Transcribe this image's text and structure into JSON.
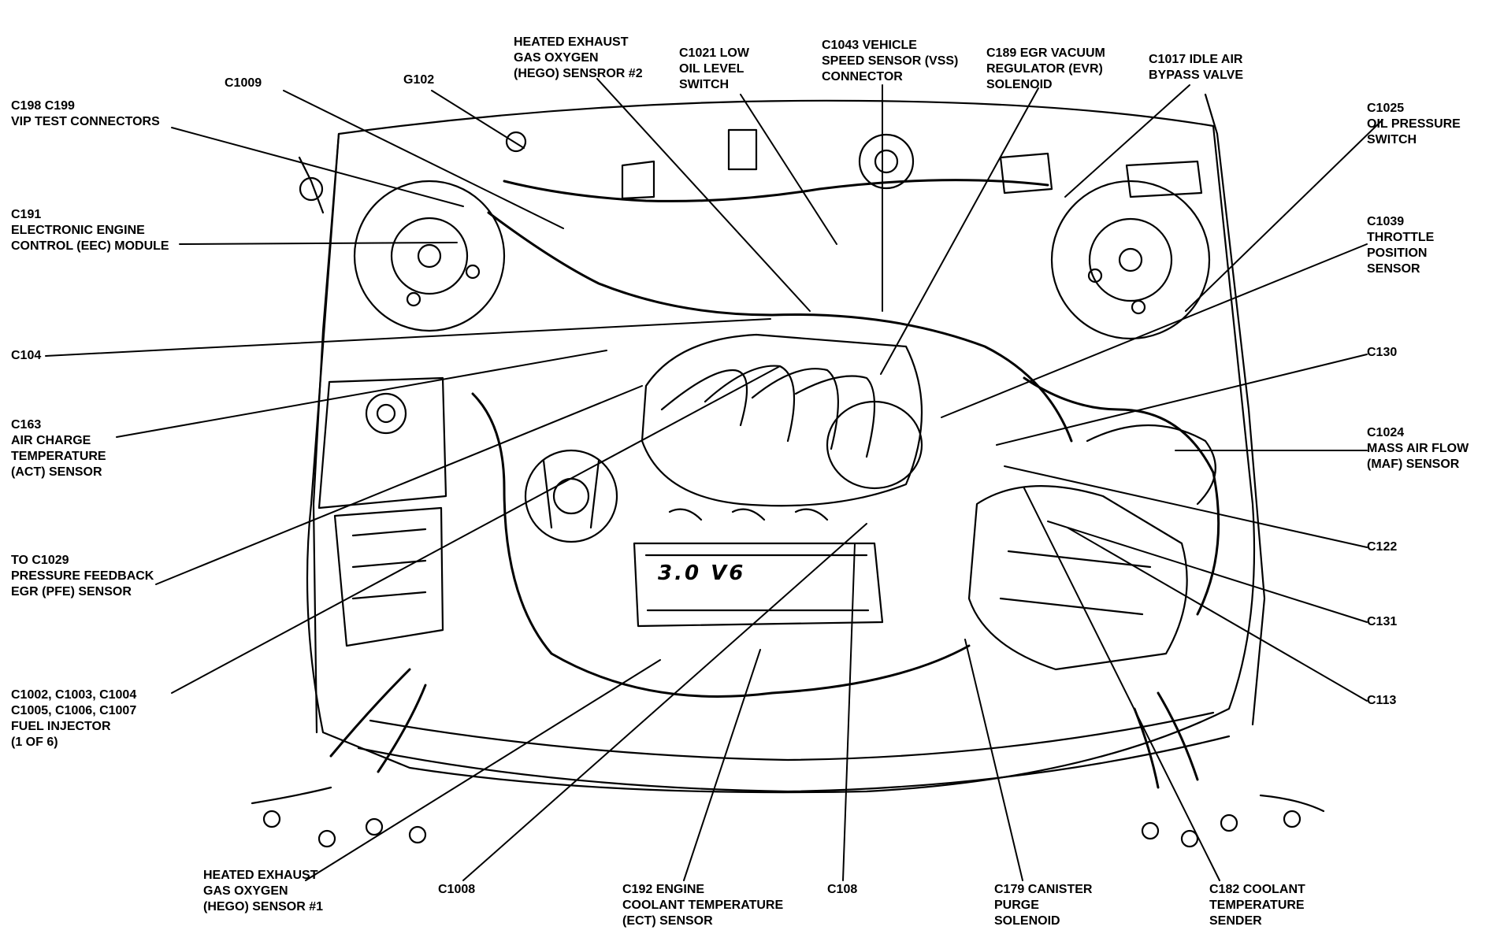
{
  "colors": {
    "ink": "#000000",
    "background": "#ffffff"
  },
  "engine_badge": "3.0 V6",
  "labels": {
    "c198_c199": [
      "C198  C199",
      "VIP TEST CONNECTORS"
    ],
    "c1009": [
      "C1009"
    ],
    "g102": [
      "G102"
    ],
    "hego2": [
      "HEATED EXHAUST",
      "GAS OXYGEN",
      "(HEGO) SENSROR #2"
    ],
    "c1021": [
      "C1021 LOW",
      "OIL LEVEL",
      "SWITCH"
    ],
    "c1043": [
      "C1043 VEHICLE",
      "SPEED SENSOR (VSS)",
      "CONNECTOR"
    ],
    "c189": [
      "C189 EGR VACUUM",
      "REGULATOR (EVR)",
      "SOLENOID"
    ],
    "c1017": [
      "C1017 IDLE AIR",
      "BYPASS VALVE"
    ],
    "c1025": [
      "C1025",
      "OIL PRESSURE",
      "SWITCH"
    ],
    "c191": [
      "C191",
      "ELECTRONIC ENGINE",
      "CONTROL (EEC) MODULE"
    ],
    "c1039": [
      "C1039",
      "THROTTLE",
      "POSITION",
      "SENSOR"
    ],
    "c104": [
      "C104"
    ],
    "c130": [
      "C130"
    ],
    "c163": [
      "C163",
      "AIR CHARGE",
      "TEMPERATURE",
      "(ACT) SENSOR"
    ],
    "c1024": [
      "C1024",
      "MASS AIR FLOW",
      "(MAF) SENSOR"
    ],
    "c122": [
      "C122"
    ],
    "c1029": [
      "TO C1029",
      "PRESSURE FEEDBACK",
      "EGR (PFE) SENSOR"
    ],
    "c131": [
      "C131"
    ],
    "injectors": [
      "C1002, C1003, C1004",
      "C1005, C1006, C1007",
      "FUEL INJECTOR",
      "(1 OF 6)"
    ],
    "c113": [
      "C113"
    ],
    "hego1": [
      "HEATED EXHAUST",
      "GAS OXYGEN",
      "(HEGO) SENSOR #1"
    ],
    "c1008": [
      "C1008"
    ],
    "c192": [
      "C192 ENGINE",
      "COOLANT TEMPERATURE",
      "(ECT) SENSOR"
    ],
    "c108": [
      "C108"
    ],
    "c179": [
      "C179 CANISTER",
      "PURGE",
      "SOLENOID"
    ],
    "c182": [
      "C182 COOLANT",
      "TEMPERATURE",
      "SENDER"
    ]
  }
}
